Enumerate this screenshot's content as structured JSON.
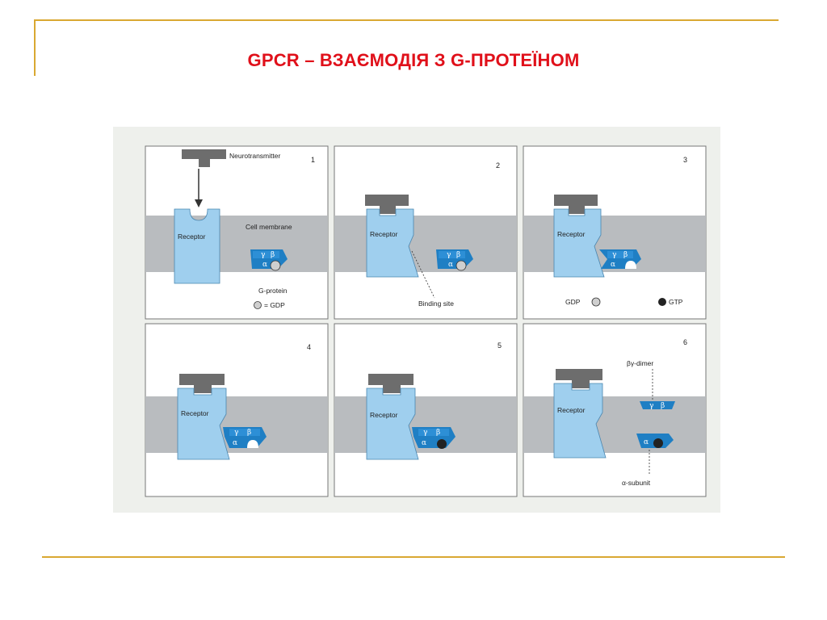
{
  "slide": {
    "title": "GPCR – ВЗАЄМОДІЯ З G-ПРОТЕЇНОМ"
  },
  "colors": {
    "accent_line": "#d9a832",
    "title": "#e0101a",
    "membrane": "#b9bcbf",
    "receptor": "#9fcfee",
    "g_protein": "#1f7fc4",
    "neurotransmitter": "#6d6d6d"
  },
  "diagram": {
    "panels": [
      {
        "number": "1",
        "labels": {
          "neurotransmitter": "Neurotransmitter",
          "receptor": "Receptor",
          "membrane": "Cell membrane",
          "g_protein": "G-protein",
          "gdp_legend": "= GDP"
        },
        "subunits": {
          "gamma": "γ",
          "beta": "β",
          "alpha": "α"
        }
      },
      {
        "number": "2",
        "labels": {
          "receptor": "Receptor",
          "binding_site": "Binding site"
        },
        "subunits": {
          "gamma": "γ",
          "beta": "β",
          "alpha": "α"
        }
      },
      {
        "number": "3",
        "labels": {
          "receptor": "Receptor",
          "gdp": "GDP",
          "gtp": "GTP"
        },
        "subunits": {
          "gamma": "γ",
          "beta": "β",
          "alpha": "α"
        }
      },
      {
        "number": "4",
        "labels": {
          "receptor": "Receptor"
        },
        "subunits": {
          "gamma": "γ",
          "beta": "β",
          "alpha": "α"
        }
      },
      {
        "number": "5",
        "labels": {
          "receptor": "Receptor"
        },
        "subunits": {
          "gamma": "γ",
          "beta": "β",
          "alpha": "α"
        }
      },
      {
        "number": "6",
        "labels": {
          "receptor": "Receptor",
          "dimer": "βγ-dimer",
          "alpha_subunit": "α-subunit"
        },
        "subunits": {
          "gamma": "γ",
          "beta": "β",
          "alpha": "α"
        }
      }
    ]
  }
}
